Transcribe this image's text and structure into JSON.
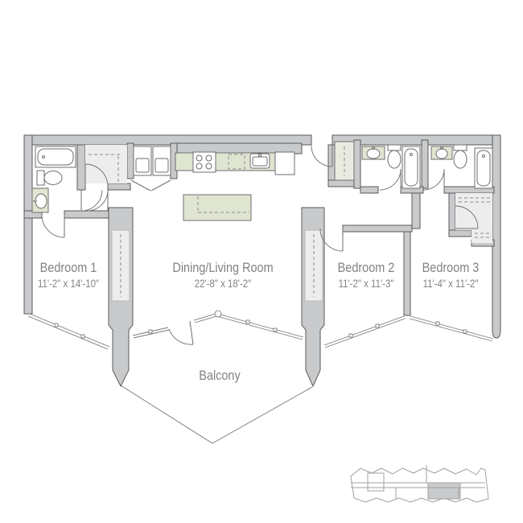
{
  "floor_plan": {
    "rooms": [
      {
        "id": "bedroom-1",
        "name": "Bedroom 1",
        "dimensions": "11'-2\" x 14'-10\""
      },
      {
        "id": "dining-living-room",
        "name": "Dining/Living Room",
        "dimensions": "22'-8\" x 18'-2\""
      },
      {
        "id": "bedroom-2",
        "name": "Bedroom 2",
        "dimensions": "11'-2\" x 11'-3\""
      },
      {
        "id": "bedroom-3",
        "name": "Bedroom 3",
        "dimensions": "11'-4\" x 11'-2\""
      },
      {
        "id": "balcony",
        "name": "Balcony",
        "dimensions": ""
      }
    ],
    "fixtures": [
      "bathtub",
      "toilet",
      "vanity-sink",
      "washer",
      "dryer",
      "range",
      "dishwasher",
      "kitchen-sink",
      "refrigerator",
      "kitchen-island",
      "walk-in-closet",
      "coat-closet",
      "linen-closet",
      "sliding-glass-door",
      "balcony-railing",
      "columns"
    ],
    "colors": {
      "wall": "#c9cacb",
      "wall_outline": "#595a5c",
      "fixture_line": "#6d6e71",
      "counter_green": "#e0e5d1",
      "closet_light": "#ededee",
      "label_text": "#808285",
      "background": "#ffffff"
    }
  },
  "site_map": {
    "highlighted_unit_color": "#c9cacb"
  }
}
